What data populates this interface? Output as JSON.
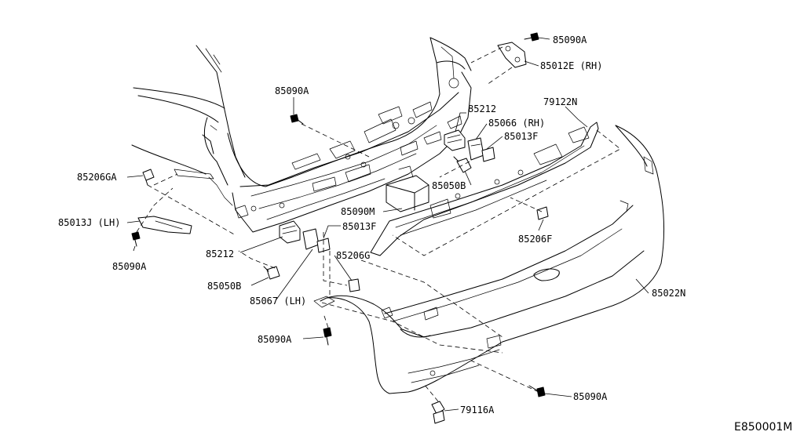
{
  "diagram_code": "E850001M",
  "labels": {
    "l1": "85090A",
    "l2": "85012E (RH)",
    "l3": "85090A",
    "l4": "79122N",
    "l5": "85212",
    "l6": "85066 (RH)",
    "l7": "85013F",
    "l8": "85206GA",
    "l9": "85050B",
    "l10": "85090M",
    "l11": "85013F",
    "l12": "85013J (LH)",
    "l13": "85206F",
    "l14": "85212",
    "l15": "85206G",
    "l16": "85090A",
    "l17": "85050B",
    "l18": "85022N",
    "l19": "85067 (LH)",
    "l20": "85090A",
    "l21": "85090A",
    "l22": "79116A"
  }
}
